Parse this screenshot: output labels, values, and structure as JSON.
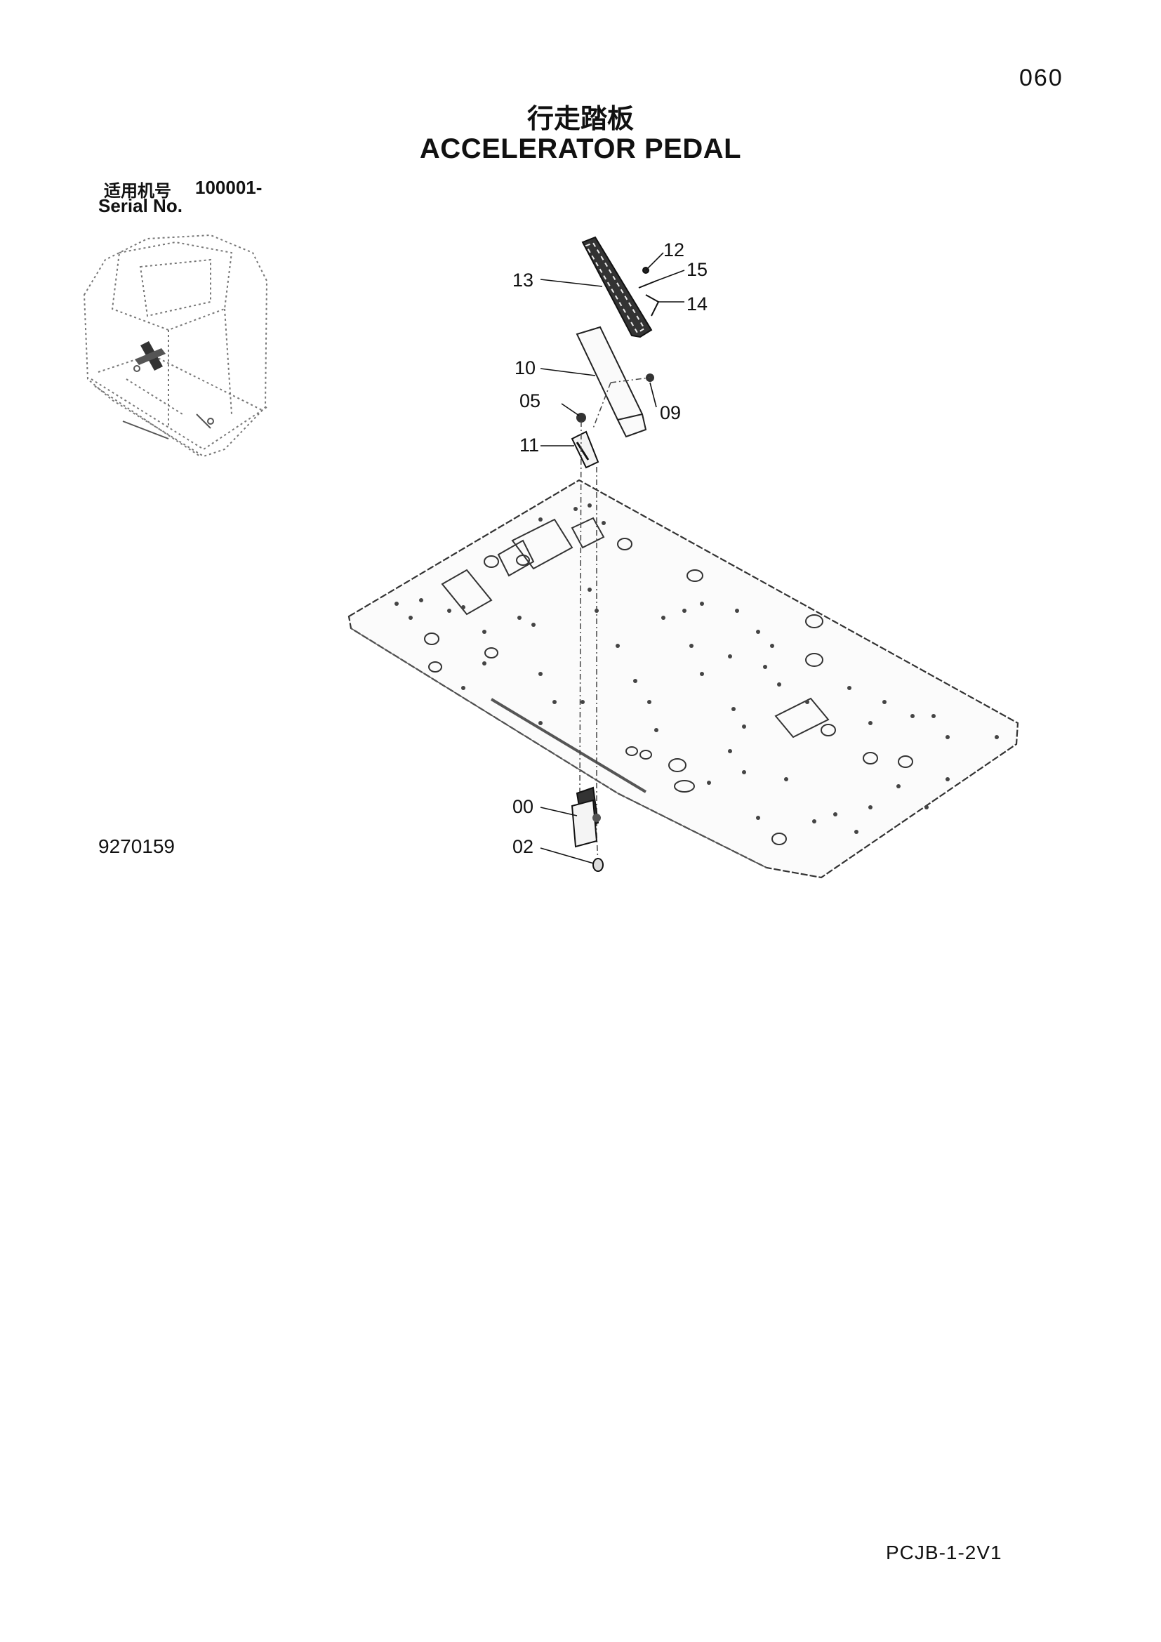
{
  "page_number": "060",
  "title_cn": "行走踏板",
  "title_en": "ACCELERATOR PEDAL",
  "serial": {
    "label_cn": "适用机号",
    "value": "100001-",
    "label_en": "Serial No."
  },
  "callouts": {
    "c13": "13",
    "c12": "12",
    "c15": "15",
    "c14": "14",
    "c10": "10",
    "c05": "05",
    "c09": "09",
    "c11": "11",
    "c00": "00",
    "c02": "02"
  },
  "drawing_number": "9270159",
  "doc_code": "PCJB-1-2V1"
}
